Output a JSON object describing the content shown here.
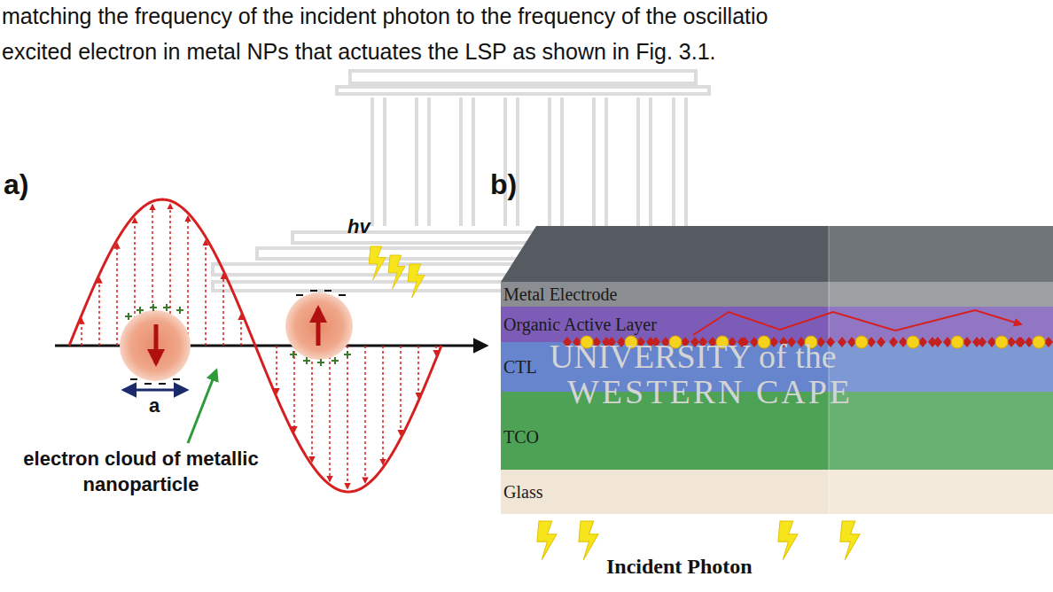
{
  "diagram": {
    "nodes": [
      {
        "text": [
          "Metal Electrode"
        ]
      },
      {
        "text": [
          "Organic Active Layer"
        ]
      },
      {
        "text": [
          "CTL"
        ]
      },
      {
        "text": [
          "TCO"
        ]
      },
      {
        "text": [
          "Glass"
        ]
      }
    ],
    "labels": [
      "matching the frequency of the incident photon to the frequency of the oscillatio",
      "excited electron in metal NPs that actuates the LSP as shown in Fig. 3.1.",
      "UNIVERSITY of the",
      "WESTERN CAPE",
      "a)",
      "hv",
      "a",
      "electron cloud of metallic nanoparticle",
      "b)",
      "Incident Photon"
    ]
  }
}
